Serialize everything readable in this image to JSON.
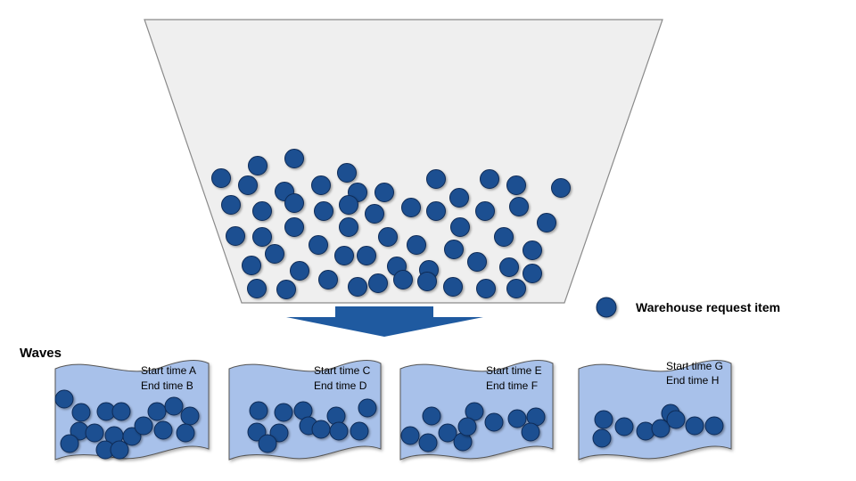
{
  "legend": {
    "label": "Warehouse request item",
    "icon": "item-dot-icon"
  },
  "waves": {
    "title": "Waves",
    "items": [
      {
        "start": "Start time A",
        "end": "End time B"
      },
      {
        "start": "Start time C",
        "end": "End time D"
      },
      {
        "start": "Start time E",
        "end": "End time F"
      },
      {
        "start": "Start time G",
        "end": "End time H"
      }
    ]
  },
  "colors": {
    "item_fill": "#1f4f91",
    "item_stroke": "#0e2c57",
    "hopper_fill": "#efefef",
    "hopper_stroke": "#8a8a8a",
    "arrow": "#1f5aa0",
    "wave_fill": "#a8c1ea",
    "wave_stroke": "#555555"
  }
}
